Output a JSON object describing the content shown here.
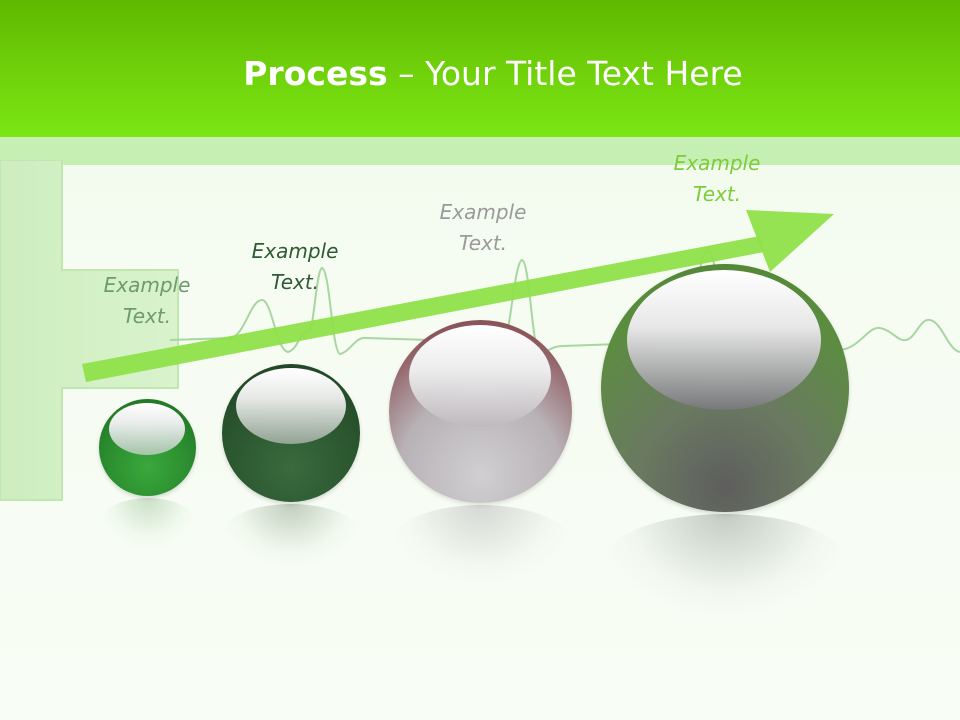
{
  "title": {
    "bold": "Process",
    "rest": " – Your Title Text Here"
  },
  "steps": [
    {
      "line1": "Example",
      "line2": "Text.",
      "color": "#6e9a70"
    },
    {
      "line1": "Example",
      "line2": "Text.",
      "color": "#2f5a34"
    },
    {
      "line1": "Example",
      "line2": "Text.",
      "color": "#9a9a9a"
    },
    {
      "line1": "Example",
      "line2": "Text.",
      "color": "#7ccc3a"
    }
  ],
  "colors": {
    "header": "#6fd00a",
    "arrow": "#8fe04a",
    "sphere1": "#2e8a32",
    "sphere2": "#2a5a2e",
    "sphere3": "#9a5a60",
    "sphere4": "#5a9040"
  },
  "icons": [
    "medical-cross-background",
    "ecg-line",
    "growth-arrow"
  ]
}
